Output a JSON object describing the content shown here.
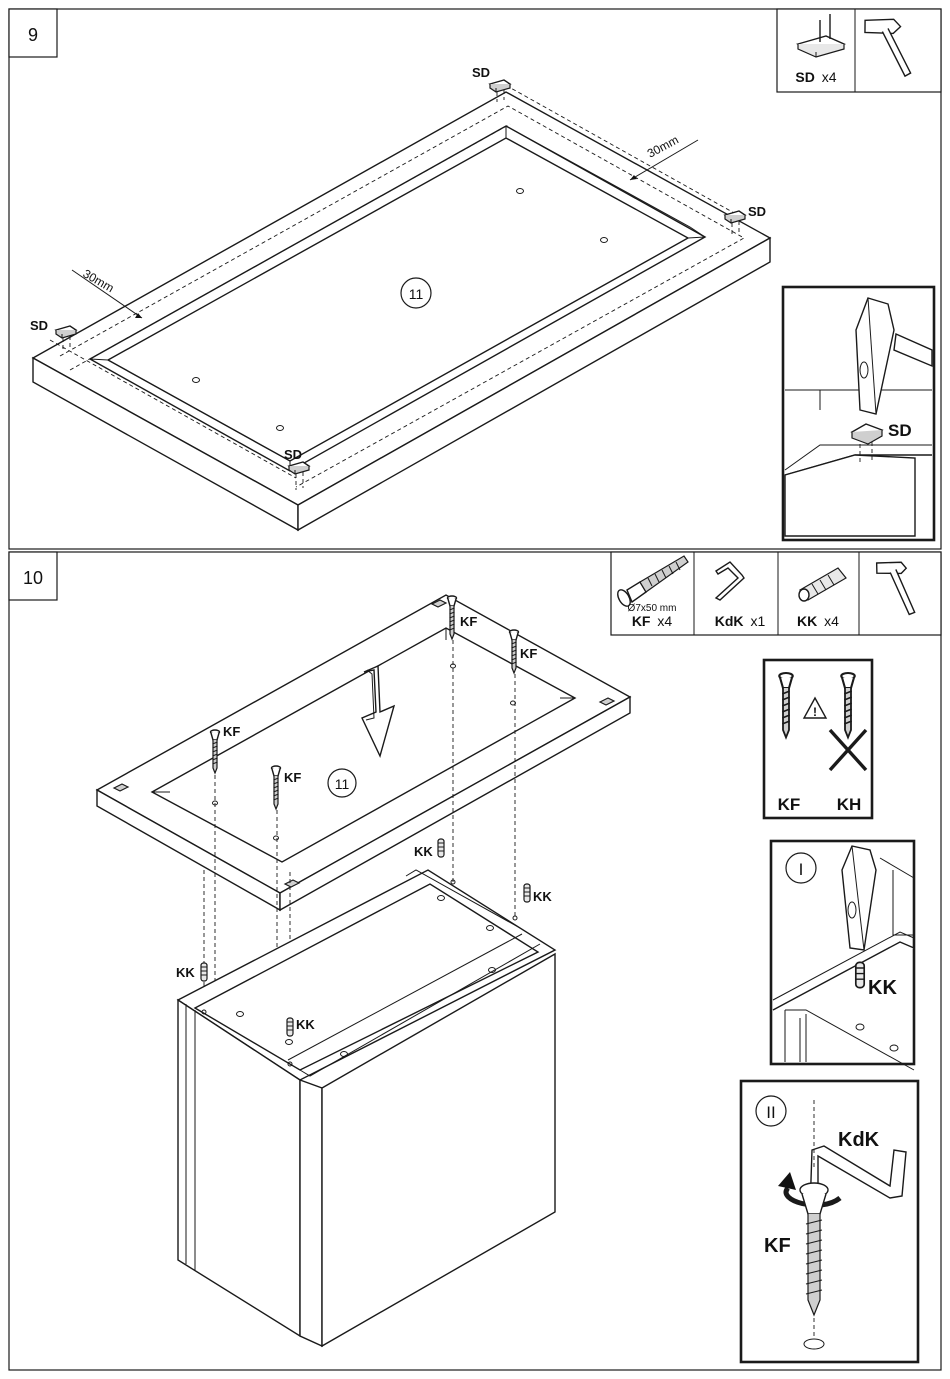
{
  "steps": [
    {
      "number": "9",
      "parts": [
        {
          "code": "SD",
          "qty": "x4",
          "icon": "nail-glide-icon"
        },
        {
          "code": "",
          "qty": "",
          "icon": "hammer-icon"
        }
      ],
      "part_label": "11",
      "labels": {
        "sd": "SD",
        "dim_a": "30mm",
        "dim_b": "30mm"
      },
      "detail": {
        "label": "SD"
      }
    },
    {
      "number": "10",
      "parts": [
        {
          "code": "KF",
          "qty": "x4",
          "spec": "Ø7x50 mm",
          "icon": "confirmat-screw-icon"
        },
        {
          "code": "KdK",
          "qty": "x1",
          "icon": "hex-key-icon"
        },
        {
          "code": "KK",
          "qty": "x4",
          "icon": "wooden-dowel-icon"
        },
        {
          "code": "",
          "qty": "",
          "icon": "hammer-icon"
        }
      ],
      "part_label": "11",
      "labels": {
        "kf": "KF",
        "kk": "KK"
      },
      "warning": {
        "correct": "KF",
        "wrong": "KH"
      },
      "detail_1": {
        "roman": "I",
        "label": "KK"
      },
      "detail_2": {
        "roman": "II",
        "tool": "KdK",
        "screw": "KF"
      }
    }
  ]
}
